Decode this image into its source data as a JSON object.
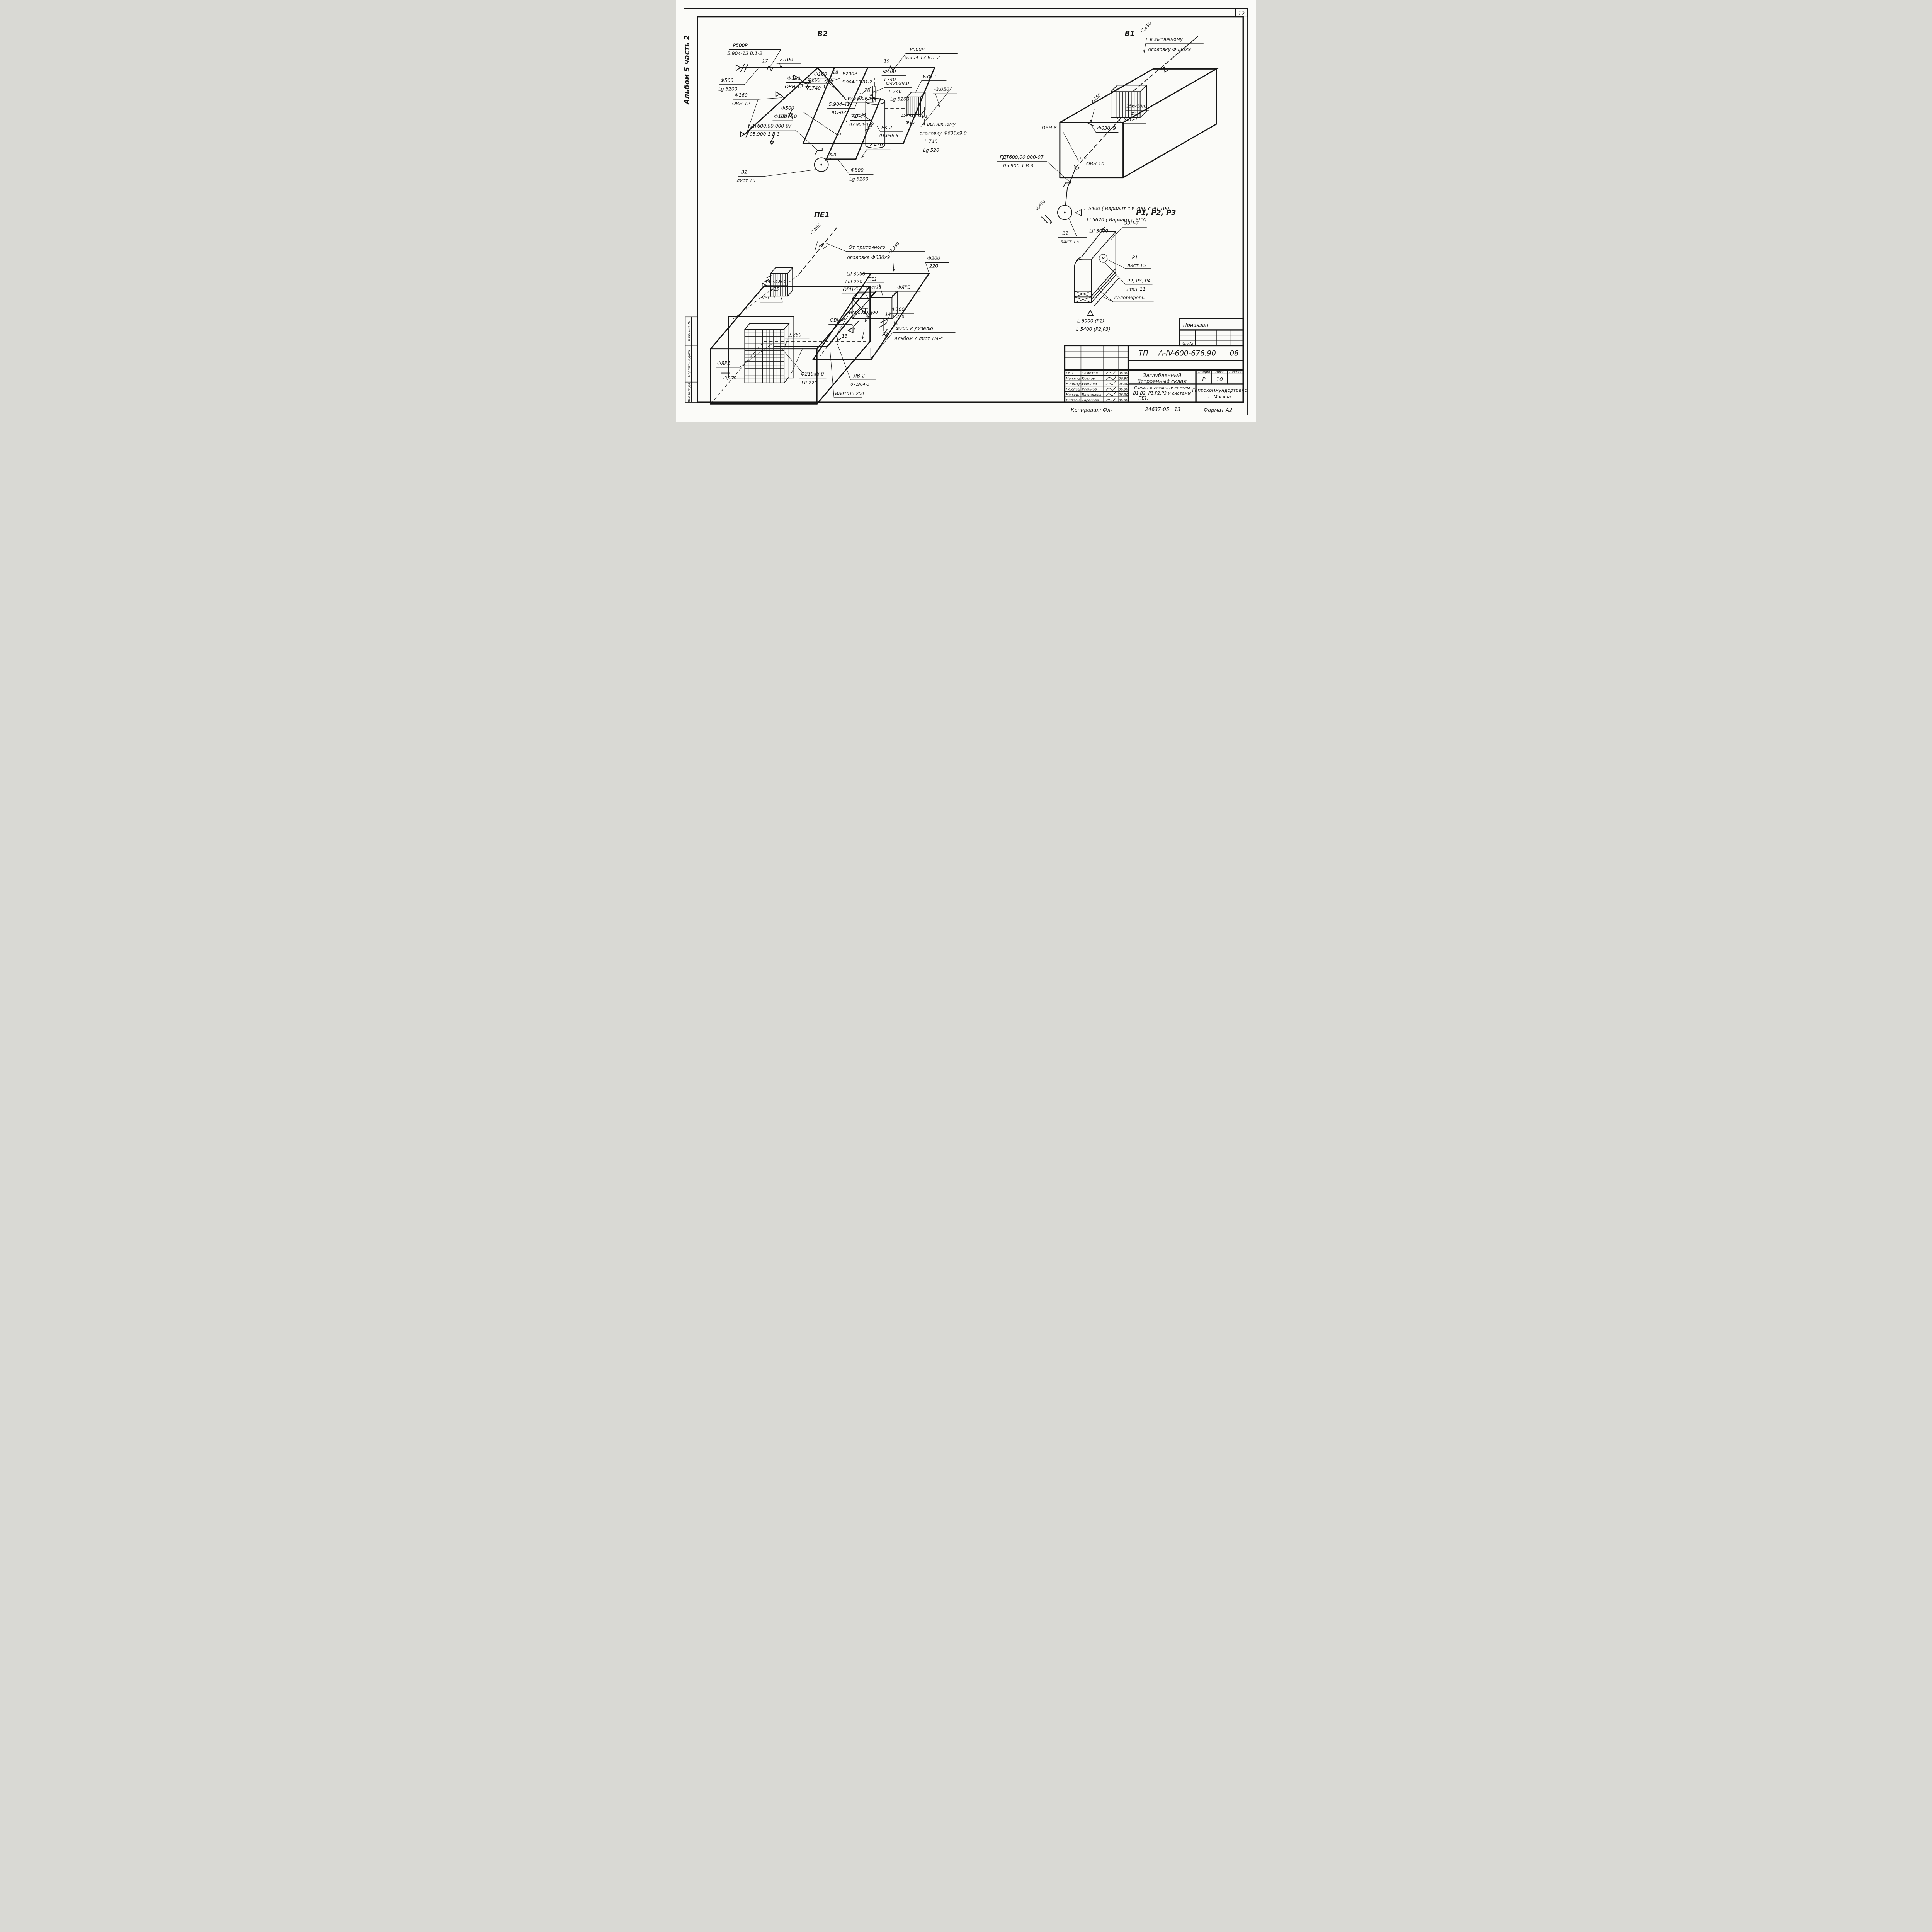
{
  "sheet": {
    "page_number": "12",
    "side_label": "Альбом 5 часть 2",
    "stamp_rows": [
      "Взам.инв.№",
      "Подпись и дата",
      "Инв.№подл."
    ],
    "footer": {
      "kopiroval": "Копировал: Фл-",
      "order": "24637-05",
      "order2": "13",
      "format": "Формат А2"
    }
  },
  "privyazan": {
    "title": "Привязан",
    "inv_label": "Инв №"
  },
  "title_block": {
    "code_prefix": "ТП",
    "doc_number": "А-IV-600-676.90",
    "sheet_code": "08",
    "object_line1": "Заглубленный",
    "object_line2": "Встроенный склад",
    "content_line1": "Схемы вытяжных систем",
    "content_line2": "В1.В2, Р1,Р2,Р3 и системы",
    "content_line3": "ПЕ1.",
    "org_line1": "Гипрокоммундортранс",
    "org_line2": "г. Москва",
    "stage_header": "Стадия",
    "sheet_header": "Лист",
    "sheets_header": "Листов",
    "stage": "Р",
    "sheet_no": "10",
    "signatures": [
      {
        "role": "ГИП",
        "name": "Самитов",
        "date": "06.90"
      },
      {
        "role": "Нач.отд",
        "name": "Козлов",
        "date": "06.90"
      },
      {
        "role": "Н.контр.",
        "name": "Усенков",
        "date": "06.90"
      },
      {
        "role": "Гл.спец",
        "name": "Усенков",
        "date": "06.90"
      },
      {
        "role": "Нач.гр.",
        "name": "Васильева",
        "date": "06.90"
      },
      {
        "role": "Исполн.",
        "name": "Тарасова",
        "date": "06.90"
      }
    ]
  },
  "v2": {
    "title": "В2",
    "p500p_a": [
      "Р500Р",
      "5.904-13 В.1-2"
    ],
    "n17": "17",
    "m2100_top": "-2.100",
    "f500_lg": [
      "Ф500",
      "Lg 5200"
    ],
    "f200": [
      "Ф200",
      "L740"
    ],
    "m2100_rot": "-2.100",
    "n18": "18",
    "p200p": [
      "Р200Р",
      "5.904-13 В1-2"
    ],
    "n19": "19",
    "p500p_b": [
      "Р500Р",
      "5.904-13 В.1-2"
    ],
    "f400": [
      "Ф400",
      "L740"
    ],
    "f426": [
      "Ф426х9.0",
      "L 740",
      "Lg 5200"
    ],
    "f160_a": "Ф160",
    "ko02": [
      "5.904-41",
      "КО-02"
    ],
    "n20": "20",
    "ia1009": "ИА01009,400",
    "f160_b": [
      "Ф160",
      "ОВН-12"
    ],
    "f160_c": [
      "Ф160",
      "ОВН-12"
    ],
    "f160_d": "Ф160",
    "uzs1": "УЗС-1",
    "m3050": "-3,050",
    "av4": [
      "АВ-4",
      "07.904-3"
    ],
    "kch15": [
      "15кч18п1",
      "Ф15"
    ],
    "rk2": [
      "РК-2",
      "01.036-5"
    ],
    "f500_ovn10": [
      "Ф500",
      "ОВН-10"
    ],
    "gdt": [
      "ГДТ600,00.000-07",
      "05.900-1 В.3"
    ],
    "lp": "л.п",
    "lp2": "л.п",
    "m2430": "-2.430",
    "m2100_rot2": "-2.100",
    "f500_lg2": [
      "Ф500",
      "Lg 5200"
    ],
    "ref": [
      "В2",
      "лист 16"
    ],
    "kvyt": [
      "к вытяжному",
      "оголовку Ф630х9,0",
      "L 740",
      "Lg 520"
    ]
  },
  "v1": {
    "title": "В1",
    "m2850": "-2,850",
    "kvyt": [
      "к вытяжному",
      "оголовку Ф630х9"
    ],
    "kch15": [
      "15кч18п1",
      "Ф15"
    ],
    "uzs1": "УЗС-1",
    "m2150": "2,150",
    "f630": "Ф630х9",
    "ovn6": "ОВН-6",
    "gdt": [
      "ГДТ600,00.000-07",
      "05.900-1 В.3"
    ],
    "lp": "л.п",
    "ovn10": "ОВН-10",
    "len": [
      "L 5400 ( Вариант с У-300, с РП-100)",
      "LI 5620 ( Вариант с РДУ)",
      "LII 3000"
    ],
    "m2450": "-2,450",
    "ref": [
      "В1",
      "лист 15"
    ]
  },
  "pe1": {
    "title": "ПЕ1",
    "m2850": "-2,850",
    "ot": [
      "От приточного",
      "оголовка Ф630х9"
    ],
    "len": [
      "LII 3000",
      "LIII 220"
    ],
    "ovn5": "ОВН-5",
    "ref": [
      "ПЕ1",
      "лист15"
    ],
    "fyarb_top": "ФЯРБ",
    "m2250_top": "-2,250",
    "f200_220": [
      "Ф200",
      "220"
    ],
    "ovn4": "ОВН-4",
    "n14": "14",
    "f200v": [
      "Ф200",
      "L 220",
      "LII"
    ],
    "ia_top": "ИА01013,200",
    "m2250_rot": "-2,250",
    "diesel": [
      "Ф200 к дизелю",
      "Альбом 7 лист ТМ-4"
    ],
    "n13": "13",
    "lv2": [
      "ЛВ-2",
      "07.904-3"
    ],
    "ia_bot": "ИА01013,200",
    "kch15": [
      "15кч18п1",
      "Ф15"
    ],
    "uzs1": "УЗС-1",
    "fyarb_bot": "ФЯРБ",
    "m3170": "-3,170",
    "m2250_bot": "-2,250",
    "f219": [
      "Ф219х6.0",
      "LII 220"
    ]
  },
  "p123": {
    "title": "Р1, Р2, Р3",
    "ovn7": "ОВН-7",
    "n8": "8",
    "r1": [
      "Р1",
      "лист 15"
    ],
    "r234": [
      "Р2, Р3, Р4",
      "лист 11"
    ],
    "kalorifery": "калориферы",
    "l1": "L 6000 (Р1)",
    "l2": "L 5400 (Р2,Р3)"
  }
}
